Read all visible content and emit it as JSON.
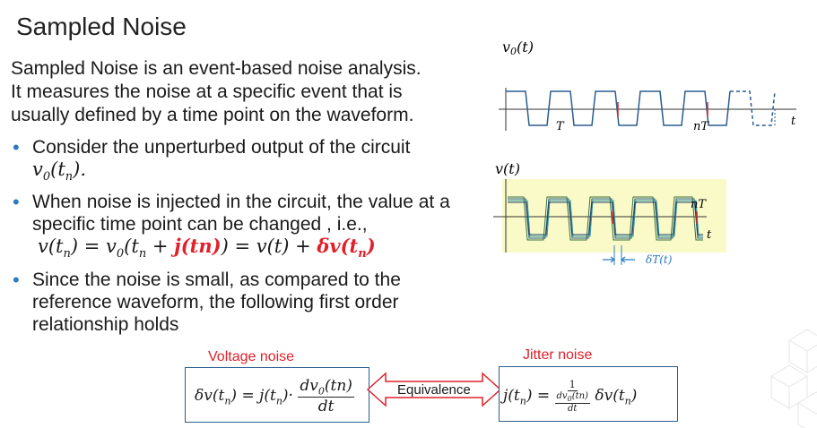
{
  "slide": {
    "title": "Sampled Noise",
    "intro_lines": [
      "Sampled Noise is an event-based noise analysis.",
      "It measures the noise at a specific event that is",
      "usually defined by a time point on the waveform."
    ],
    "bullets": [
      {
        "text": "Consider the unperturbed output of the circuit",
        "math": "v0(tn)."
      },
      {
        "text": "When noise is injected in the circuit, the value at a specific time point can be changed , i.e.,",
        "math_parts": [
          "v(tn) = v0(tn + ",
          "j(tn)",
          ") = v(t) + ",
          "δv(tn)"
        ]
      },
      {
        "text": "Since the noise is small, as compared to the reference waveform, the following first order relationship holds"
      }
    ],
    "voltage_noise_label": "Voltage noise",
    "jitter_noise_label": "Jitter noise",
    "equivalence_label": "Equivalence",
    "voltage_eq": {
      "lhs": "δv(tn) = j(tn)·",
      "num": "dv0(tn)",
      "den": "dt"
    },
    "jitter_eq": {
      "lhs": "j(tn) = ",
      "num": "1",
      "den_num": "dv0(tn)",
      "den_den": "dt",
      "rhs": "δv(tn)"
    }
  },
  "figure": {
    "top_ylabel": "v0(t)",
    "top_T": "T",
    "top_nT": "nT",
    "top_t": "t",
    "bot_ylabel": "v(t)",
    "bot_nT": "nT",
    "bot_t": "t",
    "bot_dT": "δT(t)",
    "colors": {
      "wave": "#2a5d8f",
      "highlight": "#fafac8",
      "marker": "#d62728",
      "arrow": "#2e7bc4"
    }
  }
}
